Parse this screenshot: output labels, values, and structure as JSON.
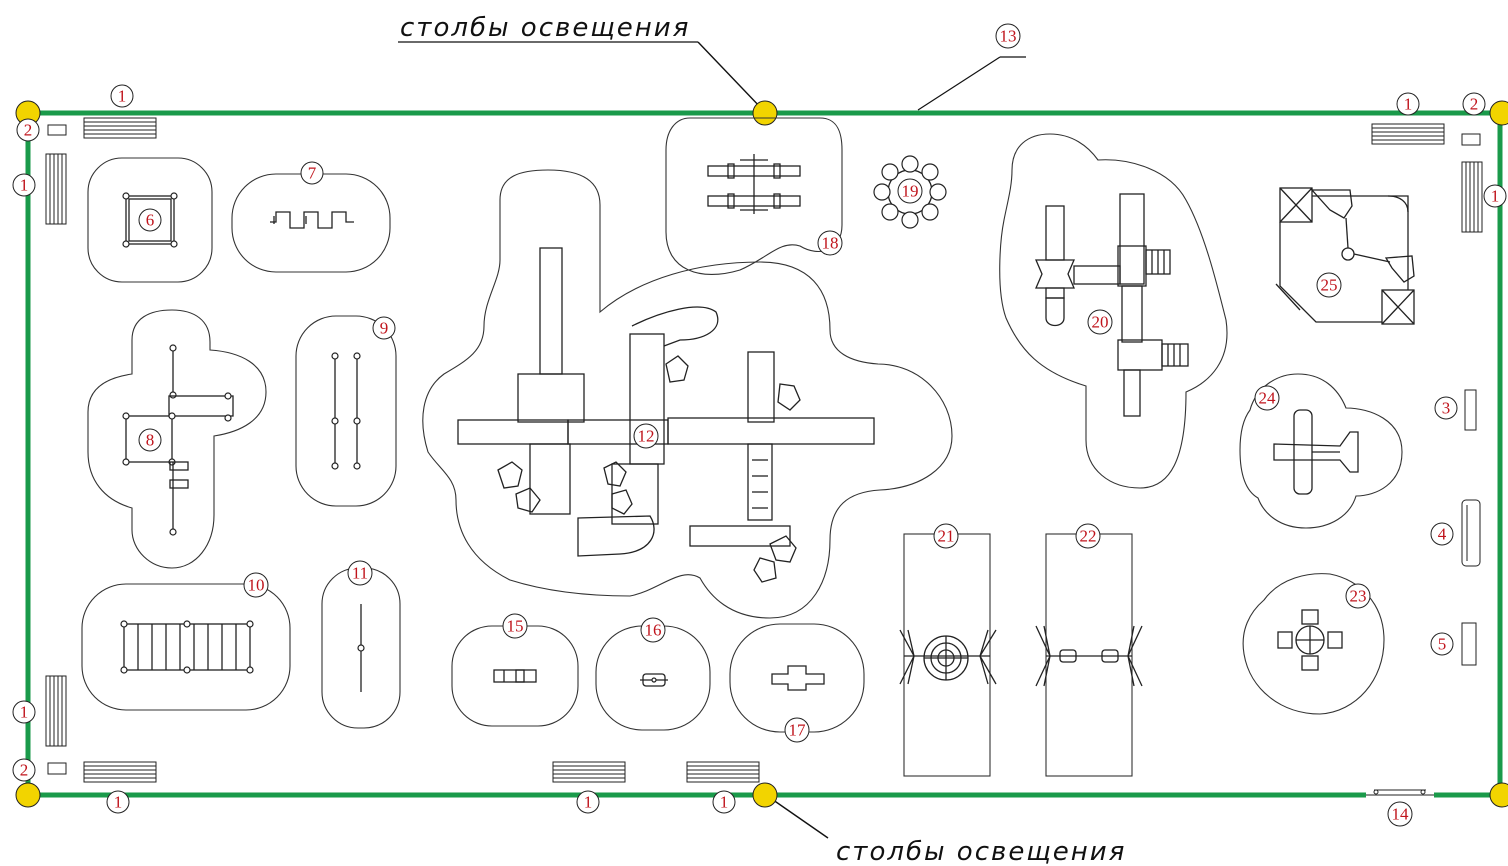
{
  "labels": {
    "top_caption": "столбы освещения",
    "bottom_caption": "столбы освещения"
  },
  "colors": {
    "fence": "#1a9a4a",
    "lamp_post": "#f2d400",
    "number": "#c0141c"
  },
  "callouts": {
    "n1": "1",
    "n2": "2",
    "n3": "3",
    "n4": "4",
    "n5": "5",
    "n6": "6",
    "n7": "7",
    "n8": "8",
    "n9": "9",
    "n10": "10",
    "n11": "11",
    "n12": "12",
    "n13": "13",
    "n14": "14",
    "n15": "15",
    "n16": "16",
    "n17": "17",
    "n18": "18",
    "n19": "19",
    "n20": "20",
    "n21": "21",
    "n22": "22",
    "n23": "23",
    "n24": "24",
    "n25": "25"
  }
}
